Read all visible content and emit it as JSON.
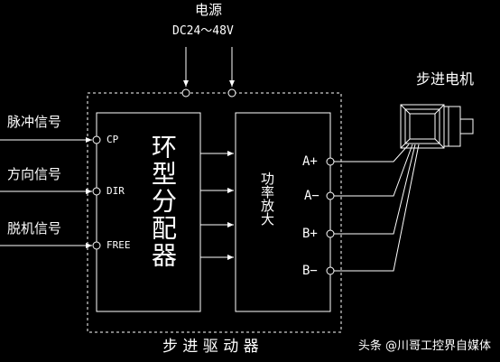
{
  "power": {
    "label": "电源",
    "voltage": "DC24～48V"
  },
  "motor": {
    "label": "步进电机"
  },
  "inputs": [
    {
      "label": "脉冲信号",
      "pin": "CP"
    },
    {
      "label": "方向信号",
      "pin": "DIR"
    },
    {
      "label": "脱机信号",
      "pin": "FREE"
    }
  ],
  "distributor": {
    "label": "环型分配器"
  },
  "amplifier": {
    "label": "功率放大"
  },
  "outputs": [
    "A+",
    "A−",
    "B+",
    "B−"
  ],
  "driver": {
    "label": "步 进 驱 动 器"
  },
  "watermark": {
    "text": "头条 @川哥工控界自媒体"
  }
}
